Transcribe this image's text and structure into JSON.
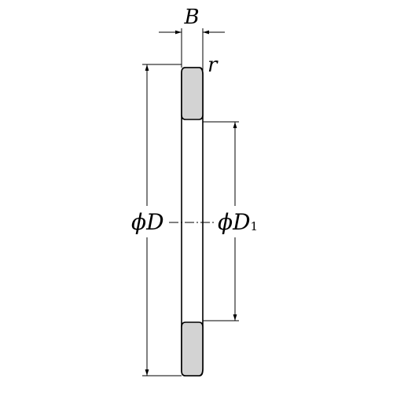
{
  "diagram": {
    "labels": {
      "width": "B",
      "radius": "r",
      "outer_diameter_symbol": "ϕ",
      "outer_diameter_letter": "D",
      "inner_diameter_symbol": "ϕ",
      "inner_diameter_letter": "D",
      "inner_diameter_subscript": "1"
    },
    "colors": {
      "section_fill": "#d3d3d3",
      "lines": "#000000",
      "background": "#ffffff"
    }
  }
}
